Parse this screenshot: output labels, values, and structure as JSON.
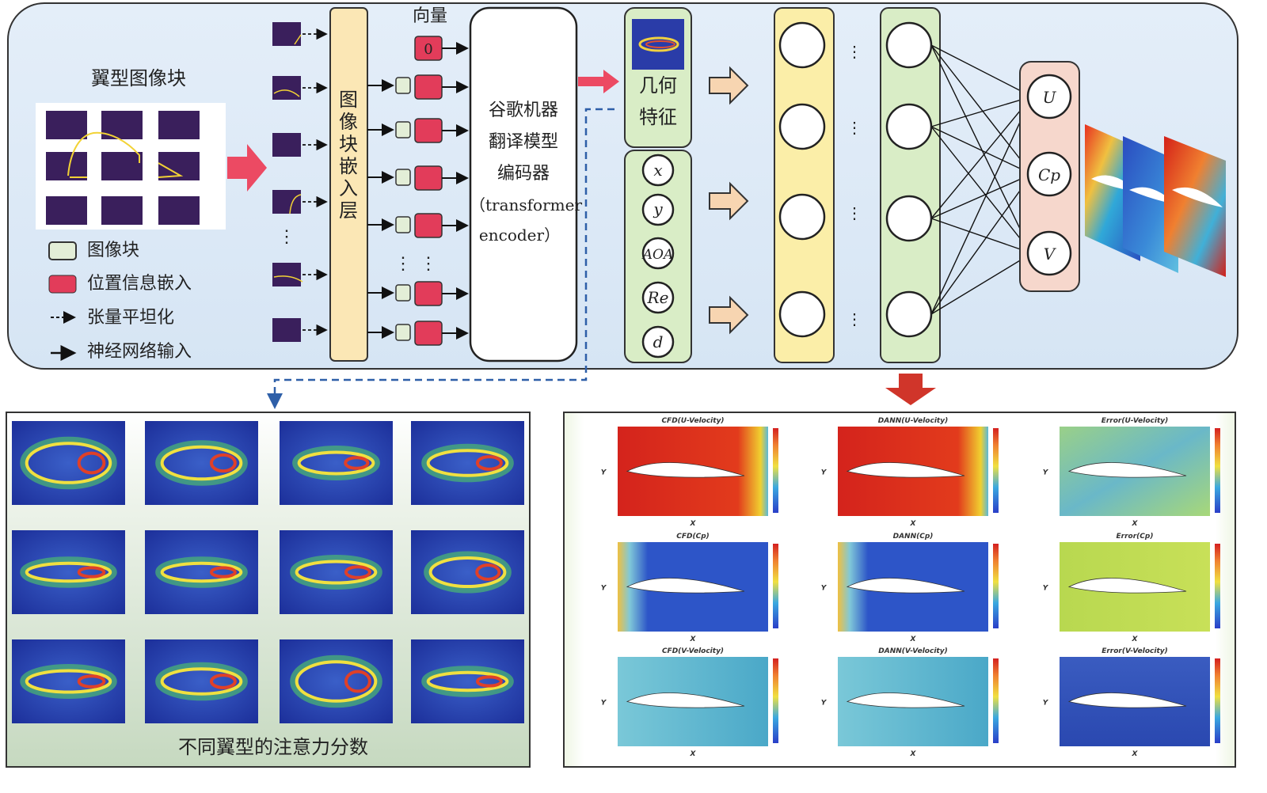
{
  "patch_section": {
    "title": "翼型图像块",
    "legend": [
      {
        "key": "patch",
        "label": "图像块"
      },
      {
        "key": "position",
        "label": "位置信息嵌入"
      },
      {
        "key": "flatten",
        "label": "张量平坦化"
      },
      {
        "key": "input",
        "label": "神经网络输入"
      }
    ]
  },
  "embedding_layer": {
    "label": "图像块嵌入层"
  },
  "vector_label": "向量",
  "zero_token": "0",
  "encoder": {
    "lines": [
      "谷歌机器",
      "翻译模型",
      "编码器",
      "（transformer",
      "encoder）"
    ]
  },
  "geometry_feature": {
    "line1": "几何",
    "line2": "特征"
  },
  "inputs": [
    "x",
    "y",
    "AOA",
    "Re",
    "d"
  ],
  "outputs": [
    "U",
    "Cp",
    "V"
  ],
  "ellipsis": "⋮",
  "attention_caption": "不同翼型的注意力分数",
  "result_titles": [
    [
      "CFD(U-Velocity)",
      "DANN(U-Velocity)",
      "Error(U-Velocity)"
    ],
    [
      "CFD(Cp)",
      "DANN(Cp)",
      "Error(Cp)"
    ],
    [
      "CFD(V-Velocity)",
      "DANN(V-Velocity)",
      "Error(V-Velocity)"
    ]
  ],
  "axis": {
    "x": "X",
    "y": "Y"
  },
  "colors": {
    "patch_dark": "#3a1f5c",
    "position_red": "#e23c5a",
    "embed_yellow": "#fbe7b5",
    "geo_green": "#d9edc6",
    "hidden_yellow": "#fbeea8",
    "output_pink": "#f6d7cc",
    "arrow_red": "#ec4a63",
    "arrow_tan": "#f7d5b1",
    "dash_blue": "#2e5fa8",
    "down_arrow": "#d0352a"
  }
}
